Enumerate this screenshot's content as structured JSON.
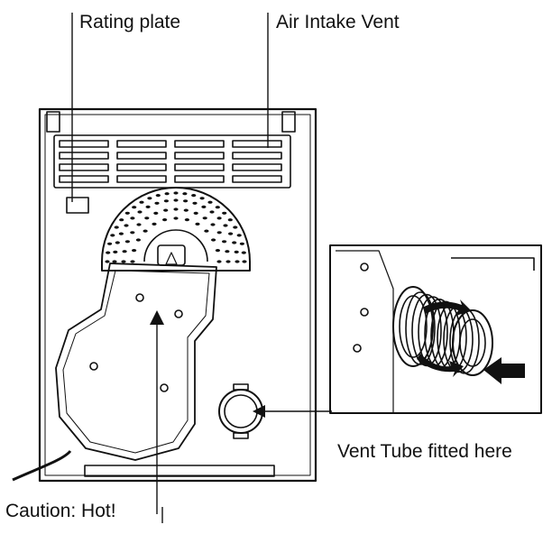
{
  "labels": {
    "rating_plate": "Rating plate",
    "air_intake_vent": "Air Intake Vent",
    "vent_tube": "Vent Tube fitted here",
    "caution": "Caution: Hot!"
  },
  "colors": {
    "line": "#111111",
    "background": "#ffffff"
  }
}
